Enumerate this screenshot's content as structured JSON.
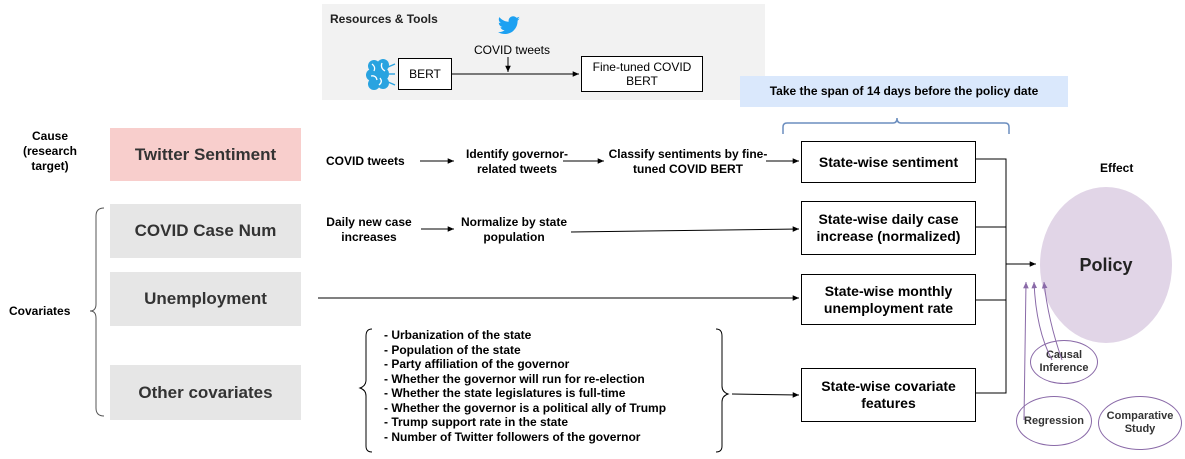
{
  "resources": {
    "title": "Resources & Tools",
    "covid_tweets": "COVID tweets",
    "bert": "BERT",
    "finetuned": "Fine-tuned COVID BERT"
  },
  "span_note": "Take the span of 14 days before the policy date",
  "cause_label": "Cause (research target)",
  "covariates_label": "Covariates",
  "effect_label": "Effect",
  "left_boxes": {
    "twitter": "Twitter Sentiment",
    "case": "COVID Case Num",
    "unemp": "Unemployment",
    "other": "Other covariates"
  },
  "row1": {
    "step1": "COVID tweets",
    "step2": "Identify governor-related tweets",
    "step3": "Classify sentiments by fine-tuned COVID BERT",
    "output": "State-wise sentiment"
  },
  "row2": {
    "step1": "Daily new case increases",
    "step2": "Normalize by state population",
    "output": "State-wise daily case increase (normalized)"
  },
  "row3": {
    "output": "State-wise monthly unemployment rate"
  },
  "row4": {
    "items": [
      "- Urbanization of the state",
      "- Population of the state",
      "- Party affiliation of the governor",
      "- Whether the governor will run for re-election",
      "- Whether the state legislatures is full-time",
      "- Whether the governor is a political ally of Trump",
      "- Trump support rate in the state",
      "- Number of Twitter followers of the governor"
    ],
    "output": "State-wise covariate features"
  },
  "policy": "Policy",
  "methods": {
    "causal": "Causal Inference",
    "regression": "Regression",
    "comparative": "Comparative Study"
  },
  "colors": {
    "pink": "#f8cecc",
    "gray": "#e6e6e6",
    "panel": "#f2f2f2",
    "blue_note": "#dae8fc",
    "policy_fill": "#e1d5e7",
    "purple_line": "#8a6aa8",
    "twitter_blue": "#1da1f2"
  }
}
